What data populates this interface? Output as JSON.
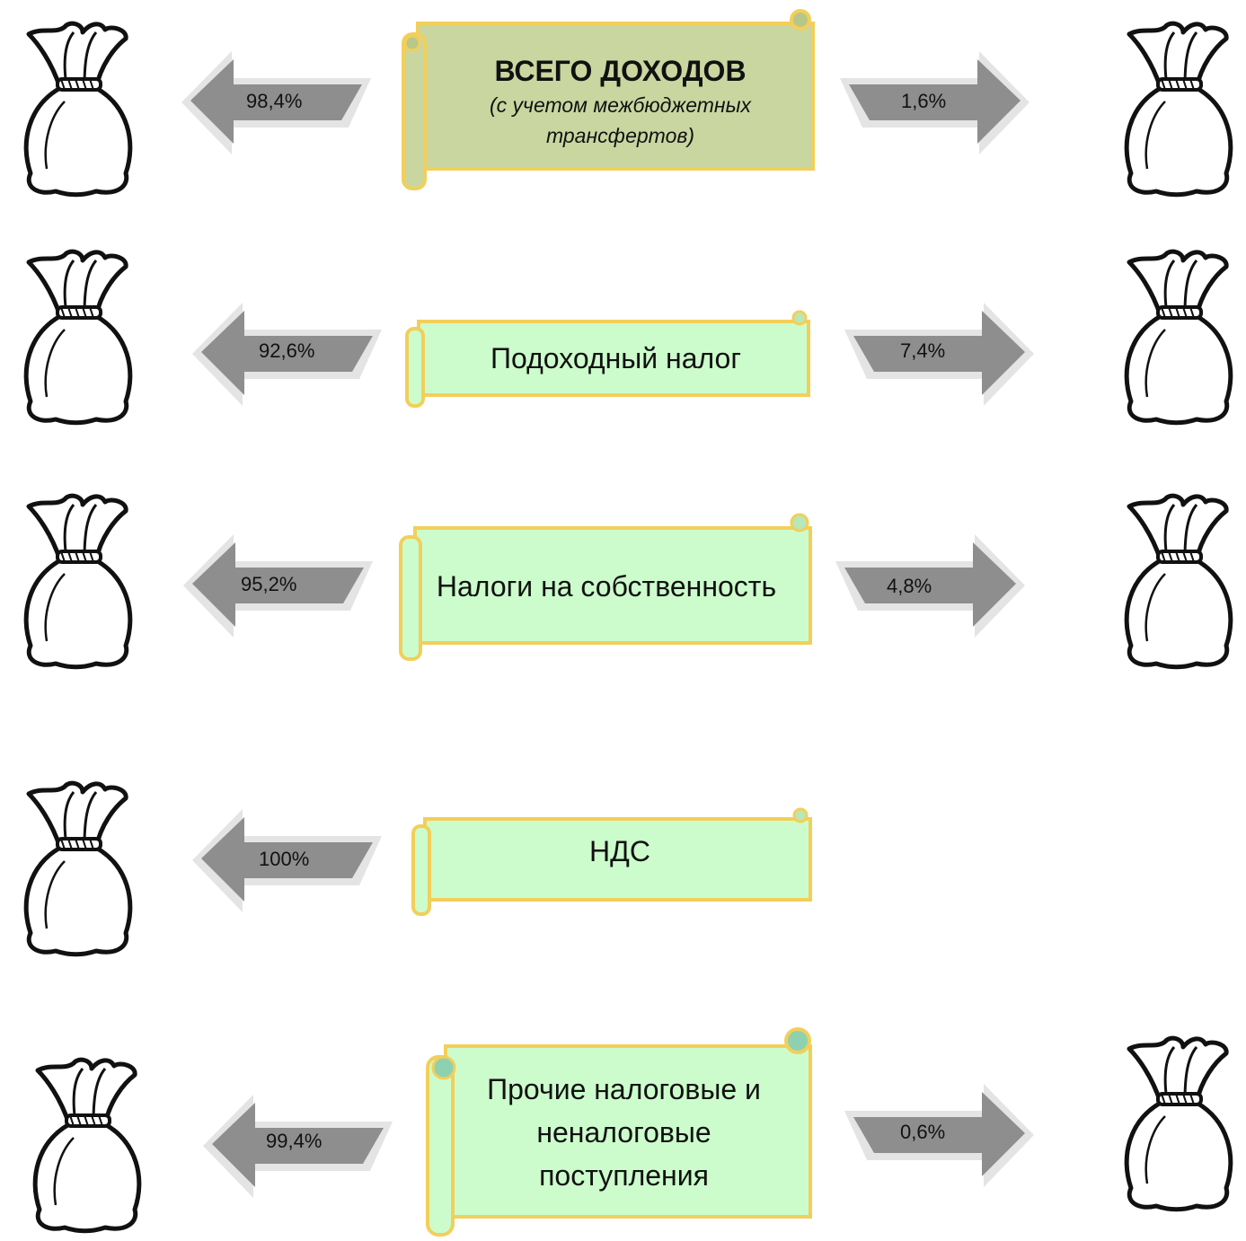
{
  "total": {
    "title": "ВСЕГО ДОХОДОВ",
    "subtitle": "(с учетом межбюджетных трансфертов)",
    "left": "98,4%",
    "right": "1,6%"
  },
  "rows": [
    {
      "label": "Подоходный налог",
      "left": "92,6%",
      "right": "7,4%"
    },
    {
      "label": "Налоги на собственность",
      "left": "95,2%",
      "right": "4,8%"
    },
    {
      "label": "НДС",
      "left": "100%"
    },
    {
      "label": "Прочие налоговые и неналоговые поступления",
      "left": "99,4%",
      "right": "0,6%"
    }
  ],
  "colors": {
    "scroll_total": "#c9d6a0",
    "scroll_row": "#ccfccc",
    "scroll_border": "#f2cf5a",
    "arrow": "#8e8e8e"
  },
  "icons": {
    "bag": "money-bag-icon",
    "arrow_left": "arrow-left-icon",
    "arrow_right": "arrow-right-icon"
  }
}
